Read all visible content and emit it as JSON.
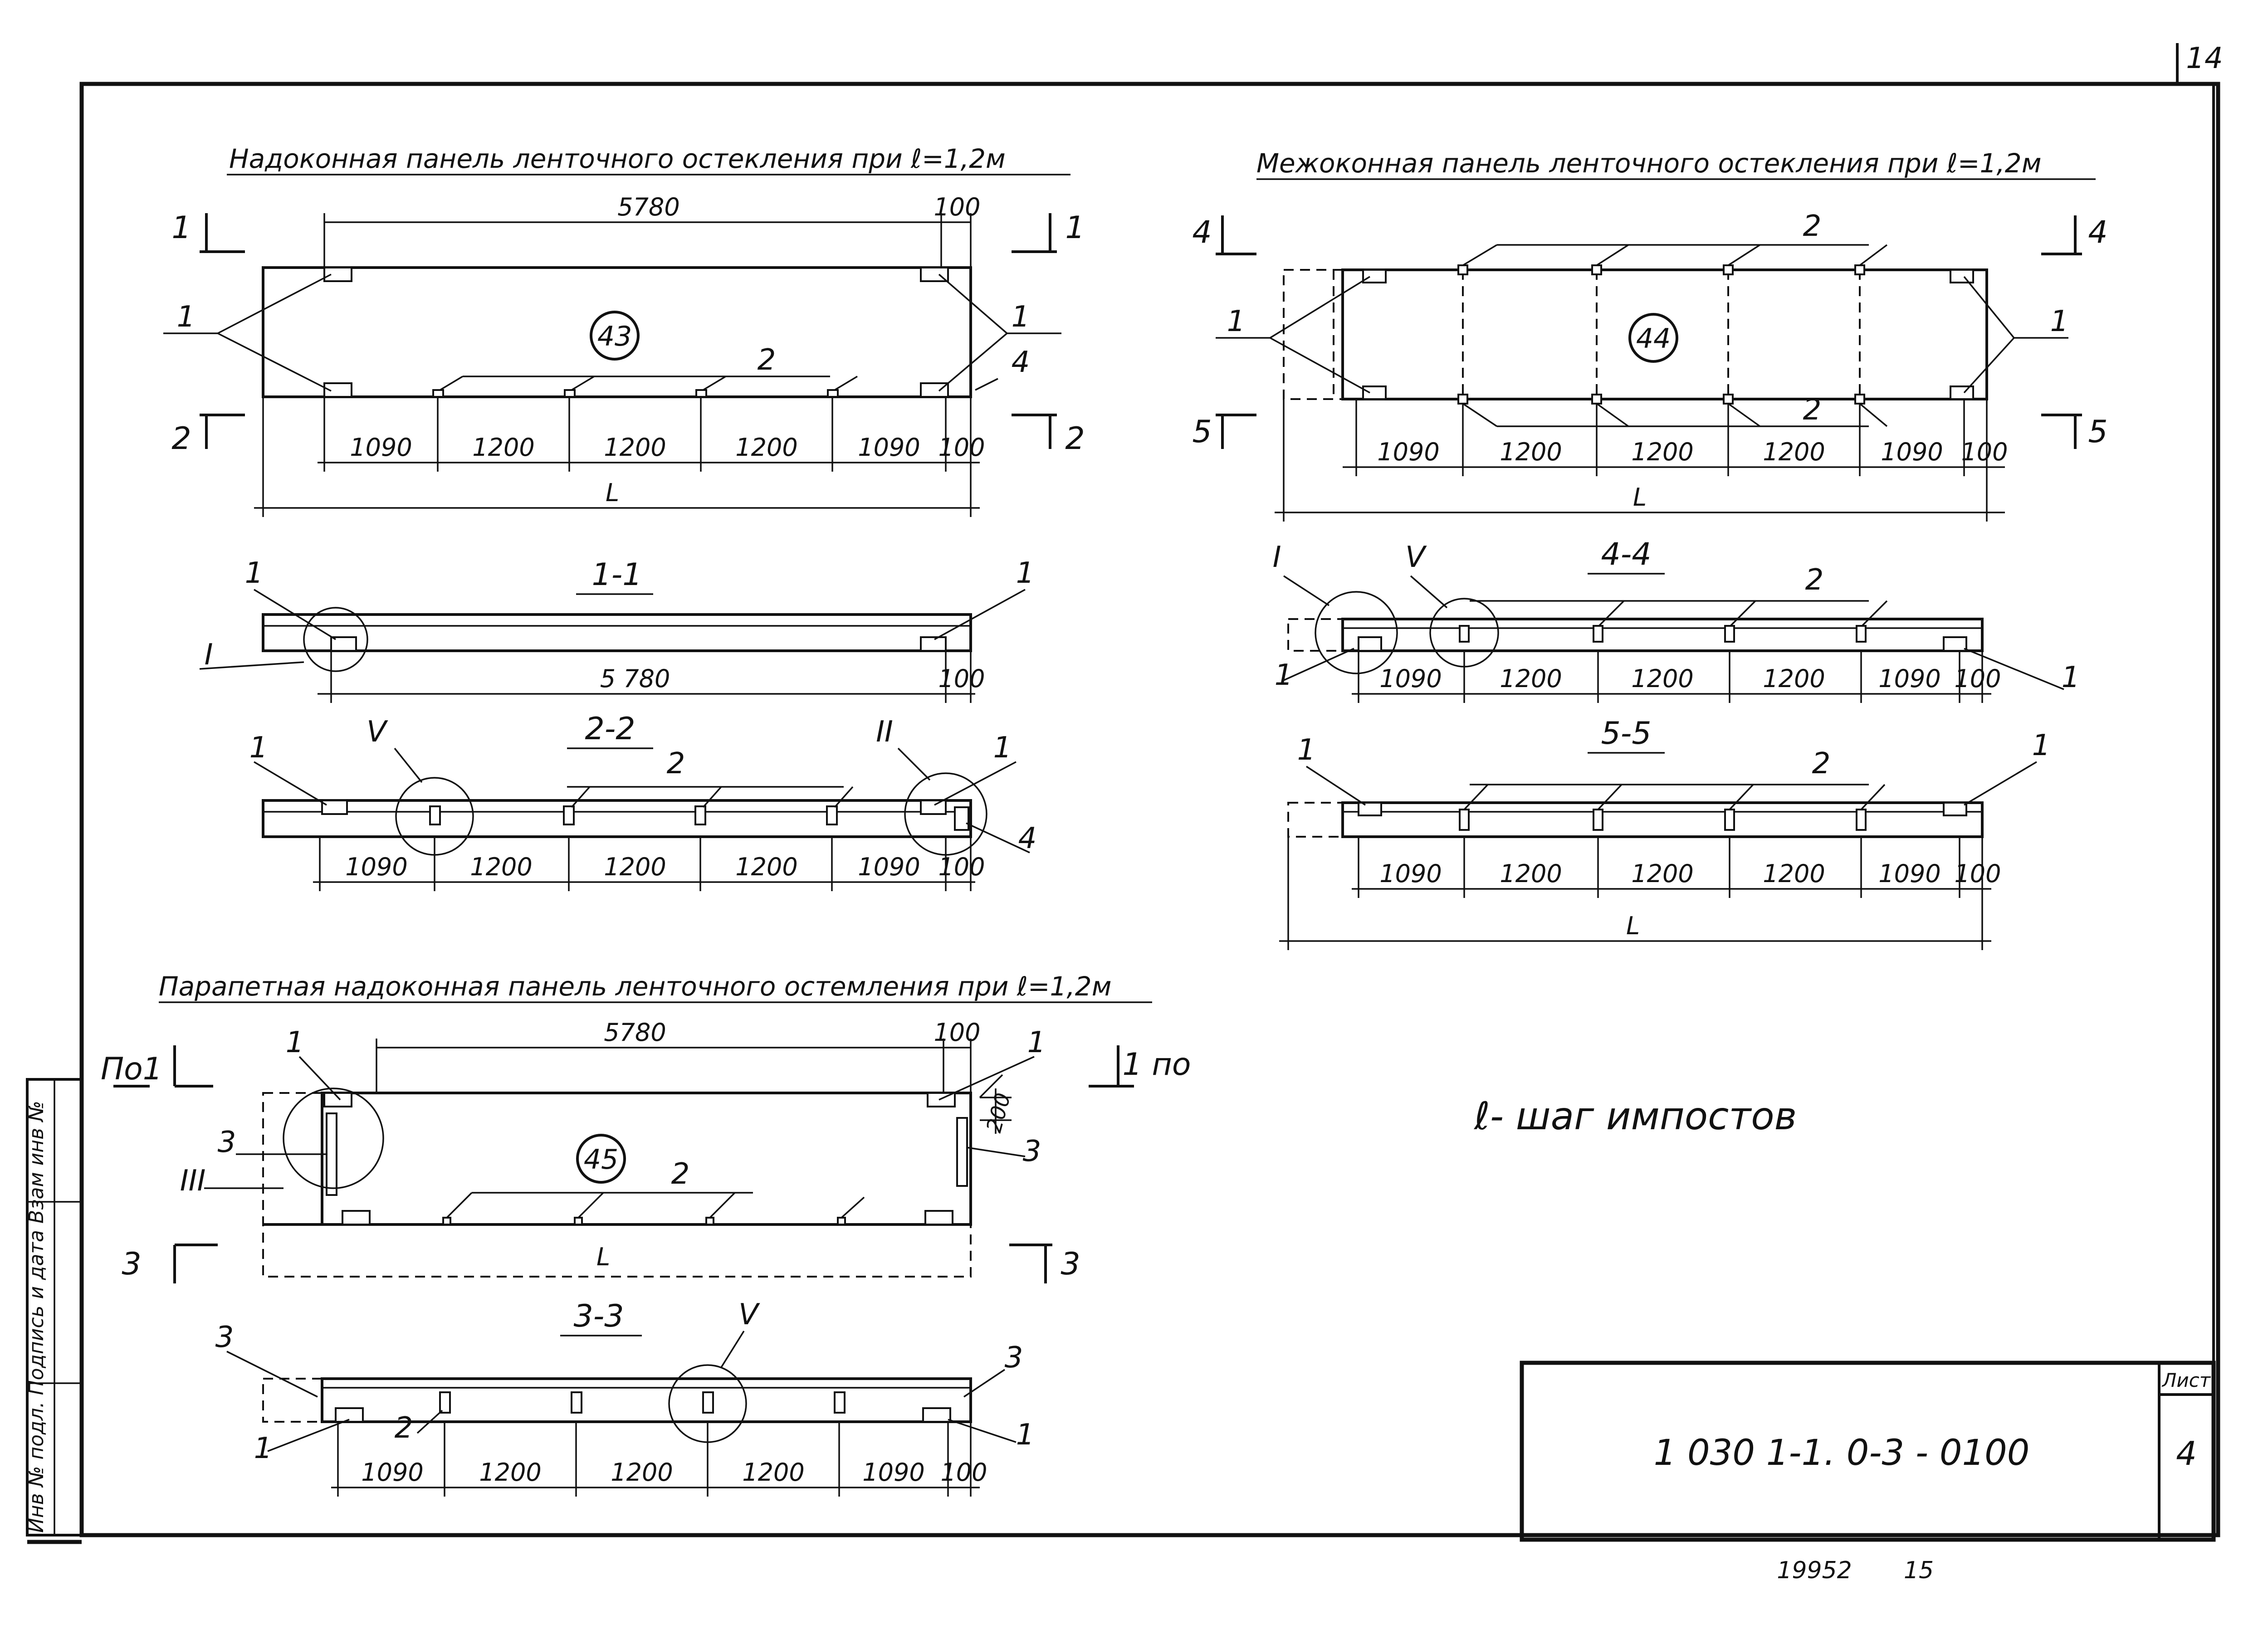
{
  "sheet": {
    "page_number": "14",
    "code": "1 030 1-1. 0-3 - 0100",
    "list_label": "Лист",
    "list_number": "4",
    "footer_left": "19952",
    "footer_right": "15",
    "side_stamp": "Инв № подл.  Подпись и дата  Взам инв №",
    "note": "ℓ- шаг импостов"
  },
  "panel43": {
    "title": "Надоконная панель ленточного остекления при ℓ=1,2м",
    "mark": "43",
    "length_top": "5780",
    "end_dim": "100",
    "spans": [
      "1090",
      "1200",
      "1200",
      "1200",
      "1090",
      "100"
    ],
    "overall": "L",
    "cut_top_left": "1",
    "cut_top_right": "1",
    "cut_bottom_left": "2",
    "cut_bottom_right": "2",
    "callouts": {
      "c1a": "1",
      "c1b": "1",
      "c2": "2",
      "c4": "4"
    }
  },
  "section11": {
    "title": "1-1",
    "length": "5 780",
    "end_dim": "100",
    "callouts": {
      "left": "1",
      "right": "1",
      "node": "I"
    }
  },
  "section22": {
    "title": "2-2",
    "spans": [
      "1090",
      "1200",
      "1200",
      "1200",
      "1090",
      "100"
    ],
    "callouts": {
      "left": "1",
      "node5": "V",
      "c2": "2",
      "node2": "II",
      "right": "1",
      "c4": "4"
    }
  },
  "panel44": {
    "title": "Межоконная панель ленточного остекления при ℓ=1,2м",
    "mark": "44",
    "spans": [
      "1090",
      "1200",
      "1200",
      "1200",
      "1090",
      "100"
    ],
    "overall": "L",
    "cut_top_left": "4",
    "cut_top_right": "4",
    "cut_bottom_left": "5",
    "cut_bottom_right": "5",
    "callouts": {
      "c1a": "1",
      "c1b": "1",
      "c2top": "2",
      "c2bot": "2"
    }
  },
  "section44": {
    "title": "4-4",
    "spans": [
      "1090",
      "1200",
      "1200",
      "1200",
      "1090",
      "100"
    ],
    "callouts": {
      "node1": "I",
      "node5": "V",
      "c2": "2",
      "left": "1",
      "right": "1"
    }
  },
  "section55": {
    "title": "5-5",
    "spans": [
      "1090",
      "1200",
      "1200",
      "1200",
      "1090",
      "100"
    ],
    "overall": "L",
    "callouts": {
      "left": "1",
      "c2": "2",
      "right": "1"
    }
  },
  "panel45": {
    "title": "Парапетная надоконная панель ленточного остемления при ℓ=1,2м",
    "mark": "45",
    "length_top": "5780",
    "end_dim": "100",
    "side_dim": "200",
    "overall": "L",
    "cut_top_left": "По1",
    "cut_top_right": "1 по",
    "cut_bottom_left": "3",
    "cut_bottom_right": "3",
    "callouts": {
      "c1a": "1",
      "c1b": "1",
      "c3a": "3",
      "c3b": "3",
      "node3": "III",
      "c2": "2"
    }
  },
  "section33": {
    "title": "3-3",
    "spans": [
      "1090",
      "1200",
      "1200",
      "1200",
      "1090",
      "100"
    ],
    "callouts": {
      "node5": "V",
      "c3a": "3",
      "c3b": "3",
      "c2": "2",
      "left": "1",
      "right": "1"
    }
  }
}
